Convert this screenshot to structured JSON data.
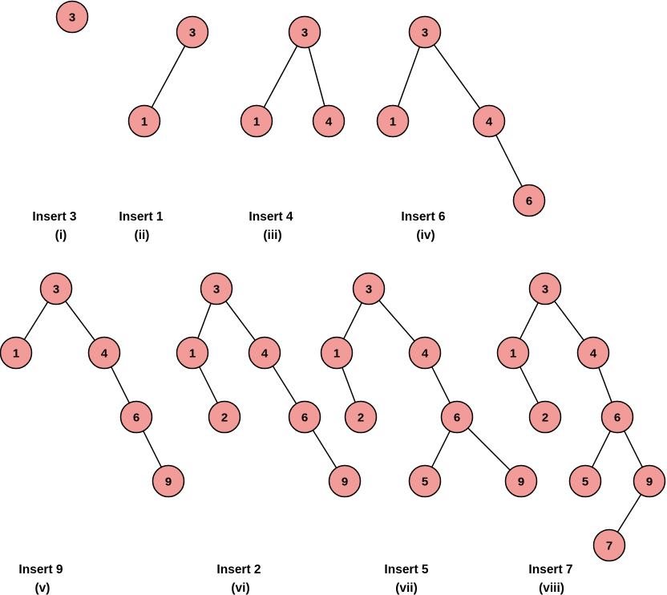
{
  "colors": {
    "node_fill": "#f19c99",
    "node_stroke": "#000000",
    "edge": "#000000",
    "text": "#000000"
  },
  "panels": [
    {
      "caption": "Insert 3",
      "sub": "(i)",
      "nodes": [
        "3"
      ],
      "edges": []
    },
    {
      "caption": "Insert 1",
      "sub": "(ii)",
      "nodes": [
        "3",
        "1"
      ],
      "edges": [
        [
          0,
          1
        ]
      ]
    },
    {
      "caption": "Insert 4",
      "sub": "(iii)",
      "nodes": [
        "3",
        "1",
        "4"
      ],
      "edges": [
        [
          0,
          1
        ],
        [
          0,
          2
        ]
      ]
    },
    {
      "caption": "Insert 6",
      "sub": "(iv)",
      "nodes": [
        "3",
        "1",
        "4",
        "6"
      ],
      "edges": [
        [
          0,
          1
        ],
        [
          0,
          2
        ],
        [
          2,
          3
        ]
      ]
    },
    {
      "caption": "Insert 9",
      "sub": "(v)",
      "nodes": [
        "3",
        "1",
        "4",
        "6",
        "9"
      ],
      "edges": [
        [
          0,
          1
        ],
        [
          0,
          2
        ],
        [
          2,
          3
        ],
        [
          3,
          4
        ]
      ]
    },
    {
      "caption": "Insert 2",
      "sub": "(vi)",
      "nodes": [
        "3",
        "1",
        "4",
        "2",
        "6",
        "9"
      ],
      "edges": [
        [
          0,
          1
        ],
        [
          0,
          2
        ],
        [
          1,
          3
        ],
        [
          2,
          4
        ],
        [
          4,
          5
        ]
      ]
    },
    {
      "caption": "Insert 5",
      "sub": "(vii)",
      "nodes": [
        "3",
        "1",
        "4",
        "2",
        "6",
        "5",
        "9"
      ],
      "edges": [
        [
          0,
          1
        ],
        [
          0,
          2
        ],
        [
          1,
          3
        ],
        [
          2,
          4
        ],
        [
          4,
          5
        ],
        [
          4,
          6
        ]
      ]
    },
    {
      "caption": "Insert 7",
      "sub": "(viii)",
      "nodes": [
        "3",
        "1",
        "4",
        "2",
        "6",
        "5",
        "9",
        "7"
      ],
      "edges": [
        [
          0,
          1
        ],
        [
          0,
          2
        ],
        [
          1,
          3
        ],
        [
          2,
          4
        ],
        [
          4,
          5
        ],
        [
          4,
          6
        ],
        [
          6,
          7
        ]
      ]
    }
  ]
}
